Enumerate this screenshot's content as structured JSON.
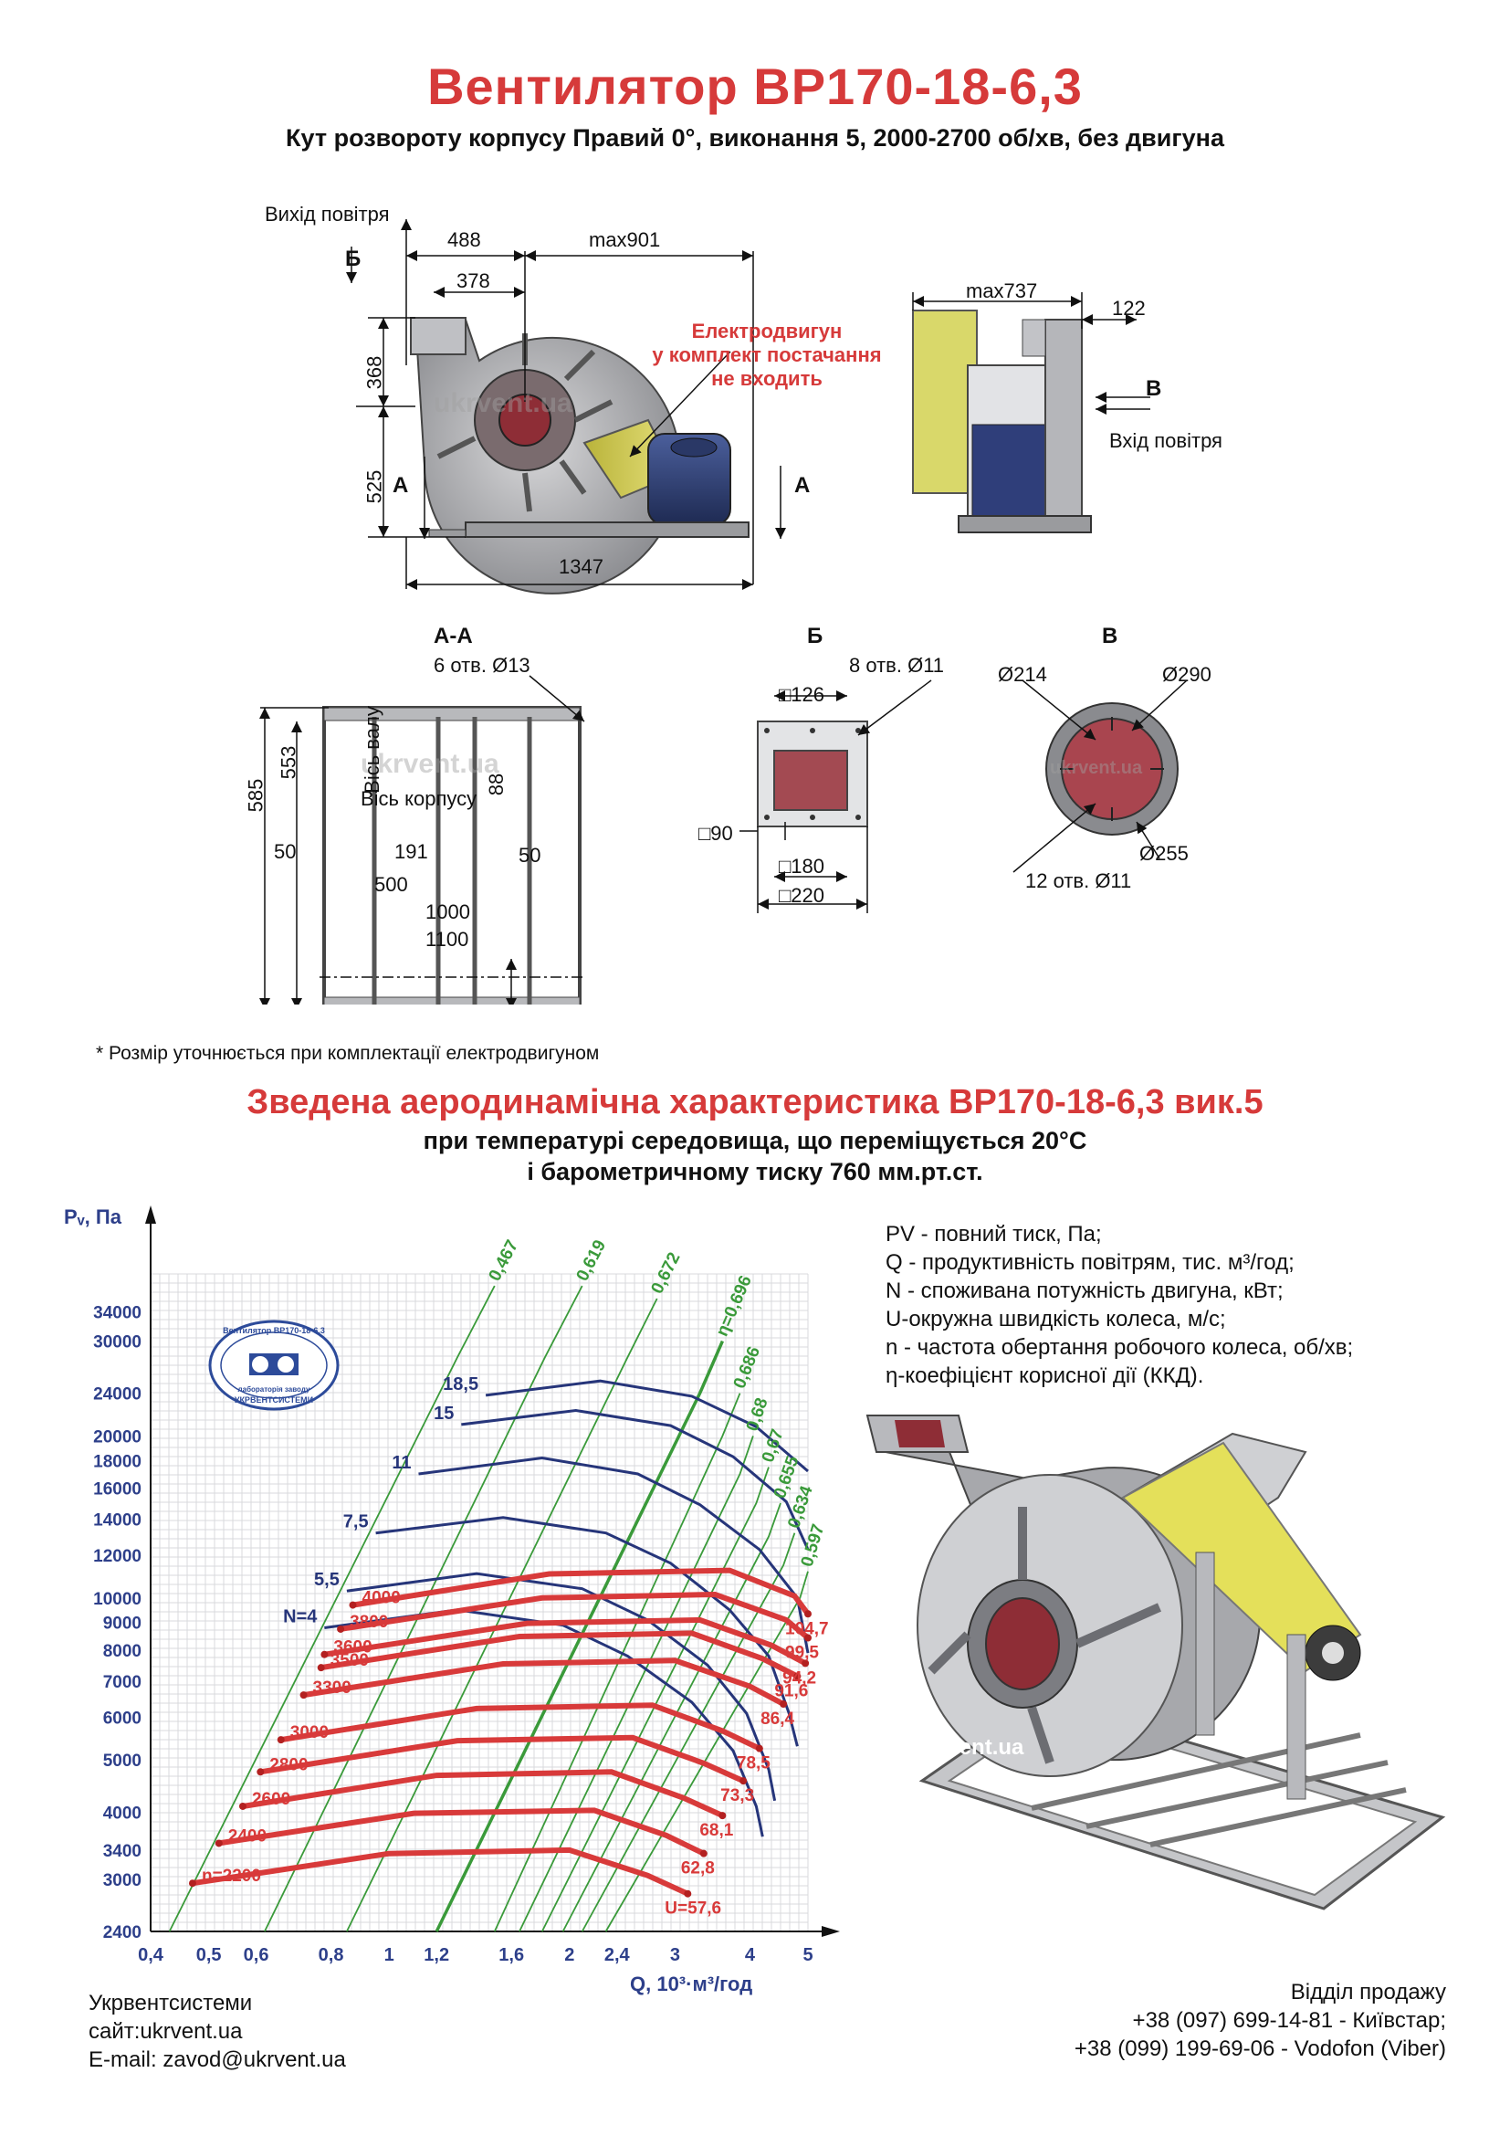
{
  "title": "Вентилятор ВР170-18-6,3",
  "subtitle": "Кут розвороту корпусу Правий 0°, виконання 5, 2000-2700 об/хв, без двигуна",
  "watermark": "ukrvent.ua",
  "side_view": {
    "air_out": "Вихід повітря",
    "b": "Б",
    "a": "А",
    "dims": {
      "d488": "488",
      "dmax901": "max901",
      "d378": "378",
      "d368": "368",
      "d525": "525",
      "d1347": "1347"
    },
    "motor_note": [
      "Електродвигун",
      "у комплект постачання",
      "не входить"
    ]
  },
  "front_view": {
    "dmax737": "max737",
    "d122": "122",
    "v": "В",
    "air_in": "Вхід повітря"
  },
  "section_aa": {
    "label": "А-А",
    "holes": "6 отв. Ø13",
    "shaft_axis": "Вісь валу",
    "body_axis": "Вісь корпусу",
    "dims": {
      "d585": "585",
      "d553": "553",
      "d88": "88",
      "d50l": "50",
      "d191": "191",
      "d50r": "50",
      "d500": "500",
      "d1000": "1000",
      "d1100": "1100"
    }
  },
  "section_b": {
    "label": "Б",
    "holes": "8 отв. Ø11",
    "d126": "□126",
    "d90": "□90",
    "d180": "□180",
    "d220": "□220"
  },
  "section_v": {
    "label": "В",
    "d214": "Ø214",
    "d290": "Ø290",
    "d255": "Ø255",
    "holes": "12 отв. Ø11"
  },
  "note": "* Розмір уточнюється при комплектації електродвигуном",
  "chart_heading": "Зведена аеродинамічна характеристика ВР170-18-6,3 вик.5",
  "chart_sub1": "при температурі середовища, що переміщується 20°С",
  "chart_sub2": "і барометричному тиску 760 мм.рт.ст.",
  "legend": [
    "PV - повний тиск, Па;",
    "Q - продуктивність повітрям, тис. м³/год;",
    "N - споживана потужність двигуна, кВт;",
    "U-окружна швидкість колеса, м/с;",
    "n - частота обертання робочого колеса, об/хв;",
    "η-коефіцієнт корисної дії (ККД)."
  ],
  "stamp": [
    "Вентилятор ВР170-18-6,3",
    "лабораторія заводу",
    "УКРВЕНТСИСТЕМИ"
  ],
  "company": {
    "name": "Укрвентсистеми",
    "site": "сайт:ukrvent.ua",
    "email": "E-mail: zavod@ukrvent.ua"
  },
  "sales": {
    "title": "Відділ продажу",
    "phone1": "+38 (097) 699-14-81 - Київстар;",
    "phone2": "+38 (099) 199-69-06 - Vodofon (Viber)"
  },
  "chart_data": {
    "type": "line",
    "ylabel": "Pᵥ, Па",
    "xlabel": "Q, 10³·м³/год",
    "x_scale": "log",
    "y_scale": "log",
    "xlim": [
      0.4,
      5
    ],
    "ylim": [
      2400,
      40000
    ],
    "x_ticks": [
      "0,4",
      "0,5",
      "0,6",
      "0,8",
      "1",
      "1,2",
      "1,6",
      "2",
      "2,4",
      "3",
      "4",
      "5"
    ],
    "x_tick_values": [
      0.4,
      0.5,
      0.6,
      0.8,
      1,
      1.2,
      1.6,
      2,
      2.4,
      3,
      4,
      5
    ],
    "y_ticks": [
      "2400",
      "3000",
      "3400",
      "4000",
      "5000",
      "6000",
      "7000",
      "8000",
      "9000",
      "10000",
      "12000",
      "14000",
      "16000",
      "18000",
      "20000",
      "24000",
      "30000",
      "34000"
    ],
    "y_tick_values": [
      2400,
      3000,
      3400,
      4000,
      5000,
      6000,
      7000,
      8000,
      9000,
      10000,
      12000,
      14000,
      16000,
      18000,
      20000,
      24000,
      30000,
      34000
    ],
    "speed_curves": [
      {
        "n": "n=2200",
        "U": "U=57,6",
        "points": [
          [
            0.47,
            2950
          ],
          [
            1.0,
            3350
          ],
          [
            2.0,
            3400
          ],
          [
            2.7,
            3050
          ],
          [
            3.15,
            2820
          ]
        ]
      },
      {
        "n": "2400",
        "U": "62,8",
        "points": [
          [
            0.52,
            3500
          ],
          [
            1.1,
            3980
          ],
          [
            2.2,
            4030
          ],
          [
            2.9,
            3620
          ],
          [
            3.35,
            3350
          ]
        ]
      },
      {
        "n": "2600",
        "U": "68,1",
        "points": [
          [
            0.57,
            4100
          ],
          [
            1.2,
            4680
          ],
          [
            2.35,
            4750
          ],
          [
            3.1,
            4250
          ],
          [
            3.6,
            3940
          ]
        ]
      },
      {
        "n": "2800",
        "U": "73,3",
        "points": [
          [
            0.61,
            4750
          ],
          [
            1.3,
            5430
          ],
          [
            2.55,
            5500
          ],
          [
            3.35,
            4930
          ],
          [
            3.9,
            4570
          ]
        ]
      },
      {
        "n": "3000",
        "U": "78,5",
        "points": [
          [
            0.66,
            5450
          ],
          [
            1.4,
            6230
          ],
          [
            2.75,
            6320
          ],
          [
            3.6,
            5660
          ],
          [
            4.15,
            5250
          ]
        ]
      },
      {
        "n": "3300",
        "U": "86,4",
        "points": [
          [
            0.72,
            6600
          ],
          [
            1.55,
            7540
          ],
          [
            3.0,
            7650
          ],
          [
            4.0,
            6850
          ],
          [
            4.55,
            6350
          ]
        ]
      },
      {
        "n": "3500",
        "U": "91,6",
        "points": [
          [
            0.77,
            7420
          ],
          [
            1.65,
            8480
          ],
          [
            3.2,
            8600
          ],
          [
            4.2,
            7710
          ],
          [
            4.8,
            7150
          ]
        ]
      },
      {
        "n": "3600",
        "U": "94,2",
        "points": [
          [
            0.78,
            7850
          ],
          [
            1.7,
            8970
          ],
          [
            3.3,
            9100
          ],
          [
            4.35,
            8160
          ],
          [
            4.95,
            7560
          ]
        ]
      },
      {
        "n": "3800",
        "U": "99,5",
        "points": [
          [
            0.83,
            8750
          ],
          [
            1.8,
            10000
          ],
          [
            3.5,
            10150
          ],
          [
            4.6,
            9100
          ],
          [
            5.1,
            8430
          ]
        ]
      },
      {
        "n": "4000",
        "U": "104,7",
        "points": [
          [
            0.87,
            9700
          ],
          [
            1.85,
            11080
          ],
          [
            3.7,
            11250
          ],
          [
            4.75,
            10080
          ],
          [
            5.35,
            9340
          ]
        ]
      }
    ],
    "power_curves": [
      {
        "N": "N=4",
        "points": [
          [
            0.78,
            8800
          ],
          [
            1.3,
            9500
          ],
          [
            1.95,
            8900
          ],
          [
            2.5,
            7800
          ],
          [
            3.2,
            6400
          ],
          [
            3.75,
            5200
          ],
          [
            4.1,
            4100
          ],
          [
            4.2,
            3600
          ]
        ]
      },
      {
        "N": "5,5",
        "points": [
          [
            0.85,
            10300
          ],
          [
            1.4,
            11100
          ],
          [
            2.1,
            10400
          ],
          [
            2.7,
            9100
          ],
          [
            3.4,
            7500
          ],
          [
            3.95,
            6100
          ],
          [
            4.3,
            4800
          ],
          [
            4.4,
            4200
          ]
        ]
      },
      {
        "N": "7,5",
        "points": [
          [
            0.95,
            13200
          ],
          [
            1.55,
            14100
          ],
          [
            2.3,
            13200
          ],
          [
            2.95,
            11600
          ],
          [
            3.7,
            9500
          ],
          [
            4.3,
            7800
          ],
          [
            4.65,
            6100
          ],
          [
            4.8,
            5300
          ]
        ]
      },
      {
        "N": "11",
        "points": [
          [
            1.12,
            17000
          ],
          [
            1.8,
            18200
          ],
          [
            2.6,
            17000
          ],
          [
            3.3,
            14900
          ],
          [
            4.15,
            12300
          ],
          [
            4.8,
            10000
          ],
          [
            5.2,
            7900
          ]
        ]
      },
      {
        "N": "15",
        "points": [
          [
            1.32,
            21000
          ],
          [
            2.05,
            22300
          ],
          [
            2.95,
            20900
          ],
          [
            3.75,
            18300
          ],
          [
            4.6,
            15100
          ],
          [
            5.3,
            12300
          ]
        ]
      },
      {
        "N": "18,5",
        "points": [
          [
            1.45,
            23800
          ],
          [
            2.25,
            25300
          ],
          [
            3.2,
            23700
          ],
          [
            4.1,
            20800
          ],
          [
            5.0,
            17200
          ]
        ]
      }
    ],
    "efficiency_lines": [
      {
        "eta": "0,467",
        "points": [
          [
            0.43,
            2400
          ],
          [
            1.3,
            28000
          ],
          [
            1.5,
            38000
          ]
        ]
      },
      {
        "eta": "0,619",
        "points": [
          [
            0.62,
            2400
          ],
          [
            1.82,
            28000
          ],
          [
            2.1,
            38000
          ]
        ]
      },
      {
        "eta": "0,672",
        "points": [
          [
            0.85,
            2400
          ],
          [
            2.5,
            28000
          ],
          [
            2.8,
            36000
          ]
        ]
      },
      {
        "eta": "η=0,696",
        "points": [
          [
            1.2,
            2400
          ],
          [
            3.3,
            24000
          ],
          [
            3.6,
            30000
          ]
        ]
      },
      {
        "eta": "0,686",
        "points": [
          [
            1.5,
            2400
          ],
          [
            3.6,
            20000
          ],
          [
            3.85,
            24000
          ]
        ]
      },
      {
        "eta": "0,68",
        "points": [
          [
            1.65,
            2400
          ],
          [
            3.85,
            17000
          ],
          [
            4.05,
            20000
          ]
        ]
      },
      {
        "eta": "0,67",
        "points": [
          [
            1.8,
            2400
          ],
          [
            4.1,
            15000
          ],
          [
            4.3,
            17500
          ]
        ]
      },
      {
        "eta": "0,655",
        "points": [
          [
            1.95,
            2400
          ],
          [
            4.3,
            13000
          ],
          [
            4.5,
            15000
          ]
        ]
      },
      {
        "eta": "0,634",
        "points": [
          [
            2.1,
            2400
          ],
          [
            4.55,
            11500
          ],
          [
            4.75,
            13200
          ]
        ]
      },
      {
        "eta": "0,597",
        "points": [
          [
            2.3,
            2400
          ],
          [
            4.85,
            10000
          ],
          [
            5.0,
            11200
          ]
        ]
      }
    ]
  }
}
